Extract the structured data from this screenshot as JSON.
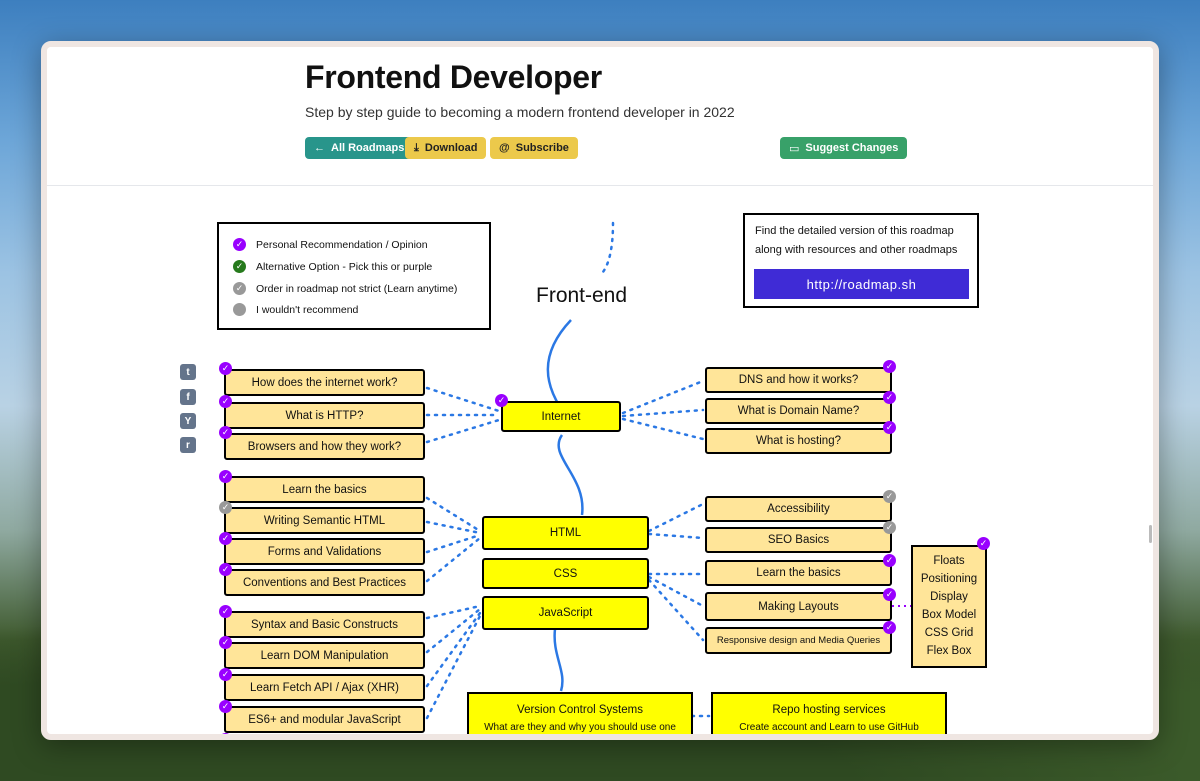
{
  "header": {
    "title": "Frontend Developer",
    "subtitle": "Step by step guide to becoming a modern frontend developer in 2022",
    "buttons": {
      "all_roadmaps": "All Roadmaps",
      "download": "Download",
      "subscribe": "Subscribe",
      "suggest": "Suggest Changes"
    }
  },
  "legend": {
    "items": [
      {
        "label": "Personal Recommendation / Opinion",
        "kind": "purple-check"
      },
      {
        "label": "Alternative Option - Pick this or purple",
        "kind": "green-check"
      },
      {
        "label": "Order in roadmap not strict (Learn anytime)",
        "kind": "gray-check"
      },
      {
        "label": "I wouldn't recommend",
        "kind": "gray-dot"
      }
    ]
  },
  "info": {
    "line1": "Find the detailed version of this roadmap",
    "line2": "along with resources and other roadmaps",
    "link": "http://roadmap.sh"
  },
  "roadmap": {
    "root": "Front-end",
    "topics": {
      "internet": "Internet",
      "html": "HTML",
      "css": "CSS",
      "javascript": "JavaScript"
    },
    "internet_left": [
      "How does the internet work?",
      "What is HTTP?",
      "Browsers and how they work?"
    ],
    "internet_right": [
      "DNS and how it works?",
      "What is Domain Name?",
      "What is hosting?"
    ],
    "html_left": [
      "Learn the basics",
      "Writing Semantic HTML",
      "Forms and Validations",
      "Conventions and Best Practices"
    ],
    "html_right": [
      "Accessibility",
      "SEO Basics"
    ],
    "css_right": [
      "Learn the basics",
      "Making Layouts",
      "Responsive design and Media Queries"
    ],
    "layout_list": [
      "Floats",
      "Positioning",
      "Display",
      "Box Model",
      "CSS Grid",
      "Flex Box"
    ],
    "js_left": [
      "Syntax and Basic Constructs",
      "Learn DOM Manipulation",
      "Learn Fetch API / Ajax (XHR)",
      "ES6+ and modular JavaScript"
    ],
    "vcs": {
      "title": "Version Control Systems",
      "desc": "What are they and why you should use one"
    },
    "repo": {
      "title": "Repo hosting services",
      "desc": "Create account and Learn to use GitHub"
    }
  },
  "social": [
    "twitter-icon",
    "facebook-icon",
    "hackernews-icon",
    "reddit-icon"
  ],
  "colors": {
    "topic": "#ffff00",
    "subtopic": "#ffe599",
    "purple_check": "#9900ff",
    "gray_check": "#999999",
    "green_check": "#267a1c",
    "link_button": "#3f2bd6",
    "teal_button": "#28958b",
    "yellow_button": "#ecc94b",
    "green_button": "#38a169"
  }
}
